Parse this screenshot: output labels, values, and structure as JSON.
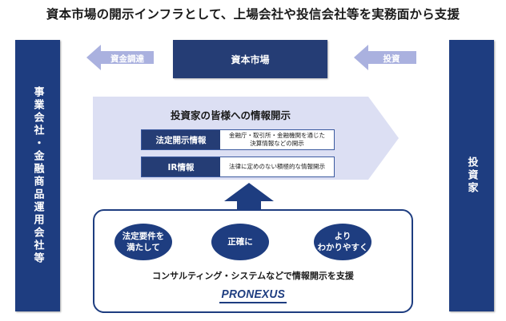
{
  "title": "資本市場の開示インフラとして、上場会社や投信会社等を実務面から支援",
  "left_sidebar": "事業会社・金融商品運用会社等",
  "right_sidebar": "投資家",
  "capital_market": "資本市場",
  "arrow_left_label": "資金調達",
  "arrow_right_label": "投資",
  "info_banner_title": "投資家の皆様への情報開示",
  "rows": [
    {
      "label": "法定開示情報",
      "desc": "金融庁・取引所・金融機関を通じた\n決算情報などの開示"
    },
    {
      "label": "IR情報",
      "desc": "法律に定めのない積極的な情報開示"
    }
  ],
  "circles": [
    "法定要件を\n満たして",
    "正確に",
    "より\nわかりやすく"
  ],
  "consulting_text": "コンサルティング・システムなどで情報開示を支援",
  "logo": "PRONEXUS",
  "colors": {
    "navy": "#1e3d80",
    "lavender": "#dcdff3",
    "arrow_light": "#aab1df"
  }
}
